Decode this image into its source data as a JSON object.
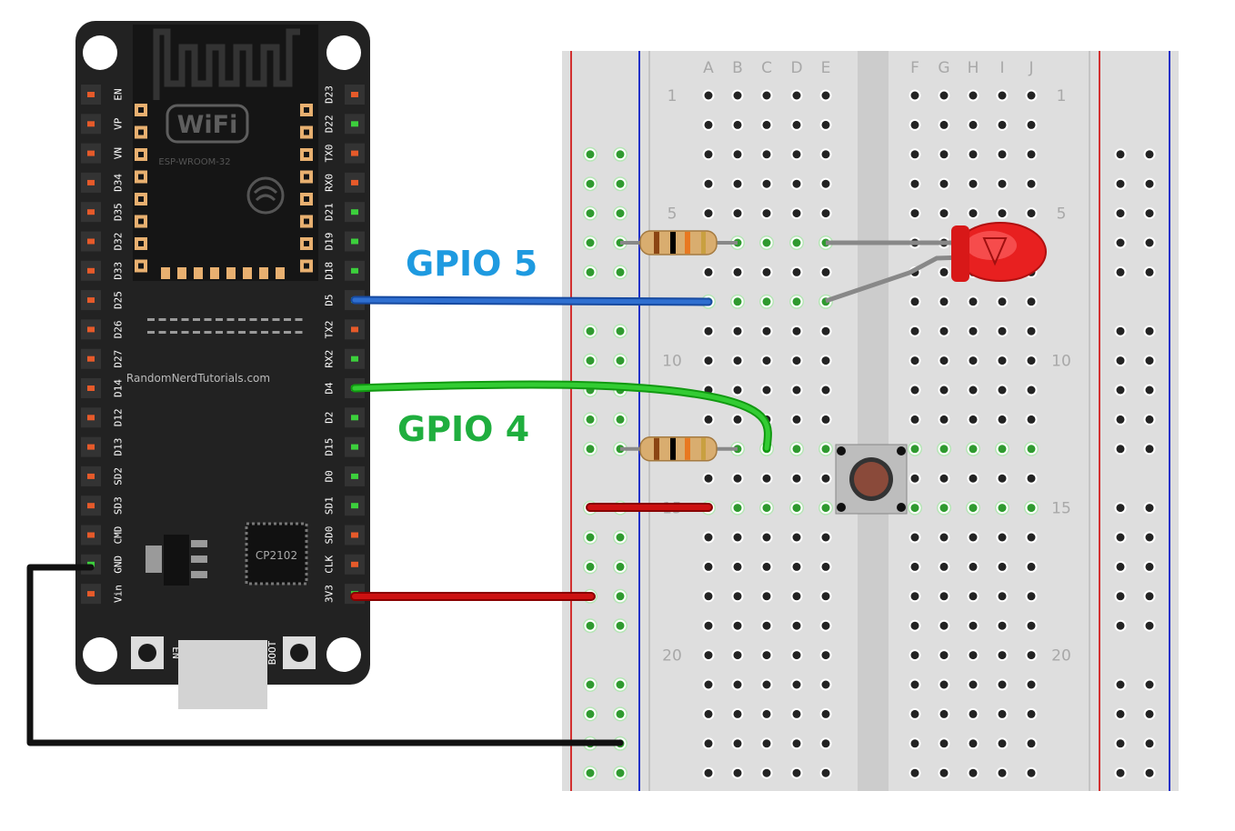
{
  "board": {
    "left_pins": [
      "EN",
      "VP",
      "VN",
      "D34",
      "D35",
      "D32",
      "D33",
      "D25",
      "D26",
      "D27",
      "D14",
      "D12",
      "D13",
      "SD2",
      "SD3",
      "CMD",
      "GND",
      "Vin"
    ],
    "right_pins": [
      "D23",
      "D22",
      "TX0",
      "RX0",
      "D21",
      "D19",
      "D18",
      "D5",
      "TX2",
      "RX2",
      "D4",
      "D2",
      "D15",
      "D0",
      "SD1",
      "SD0",
      "CLK",
      "3V3"
    ],
    "module_logo": "WiFi",
    "module_name": "ESP-WROOM-32",
    "credit": "RandomNerdTutorials.com",
    "chip_name": "CP2102",
    "btn_en_label": "EN",
    "btn_boot_label": "BOOT"
  },
  "breadboard": {
    "cols_left": [
      "A",
      "B",
      "C",
      "D",
      "E"
    ],
    "cols_right": [
      "F",
      "G",
      "H",
      "I",
      "J"
    ],
    "row_markers": [
      "1",
      "5",
      "10",
      "15",
      "20"
    ]
  },
  "labels": {
    "gpio5": "GPIO 5",
    "gpio4": "GPIO 4"
  },
  "colors": {
    "gpio5": "#1e9ae0",
    "gpio4": "#1fae3e",
    "wire_blue": "#1f5fbf",
    "wire_green": "#22bb22",
    "wire_red": "#bb1111",
    "wire_black": "#111111",
    "led": "#e82020"
  },
  "components": {
    "resistor_1_bands": [
      "#8b4513",
      "#000000",
      "#e87820"
    ],
    "resistor_2_bands": [
      "#8b4513",
      "#000000",
      "#e87820"
    ]
  }
}
